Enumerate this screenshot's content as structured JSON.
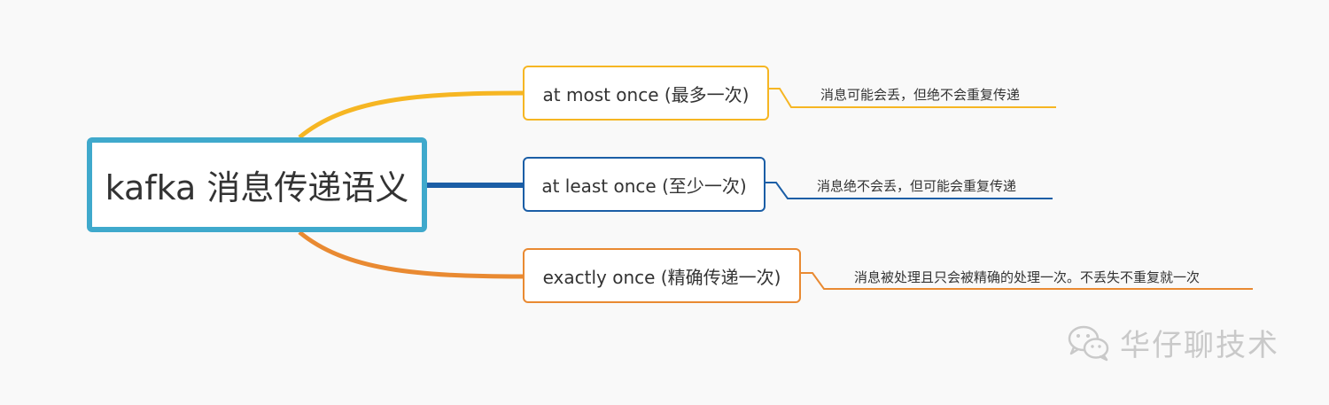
{
  "root": {
    "label": "kafka 消息传递语义",
    "color": "#3fa9cc"
  },
  "branches": [
    {
      "label": "at most once (最多一次)",
      "note": "消息可能会丢，但绝不会重复传递",
      "color": "#f6b623"
    },
    {
      "label": "at least once (至少一次)",
      "note": "消息绝不会丢，但可能会重复传递",
      "color": "#1b5ea6"
    },
    {
      "label": "exactly once (精确传递一次)",
      "note": "消息被处理且只会被精确的处理一次。不丢失不重复就一次",
      "color": "#e98a32"
    }
  ],
  "watermark": {
    "icon": "wechat-icon",
    "text": "华仔聊技术"
  }
}
